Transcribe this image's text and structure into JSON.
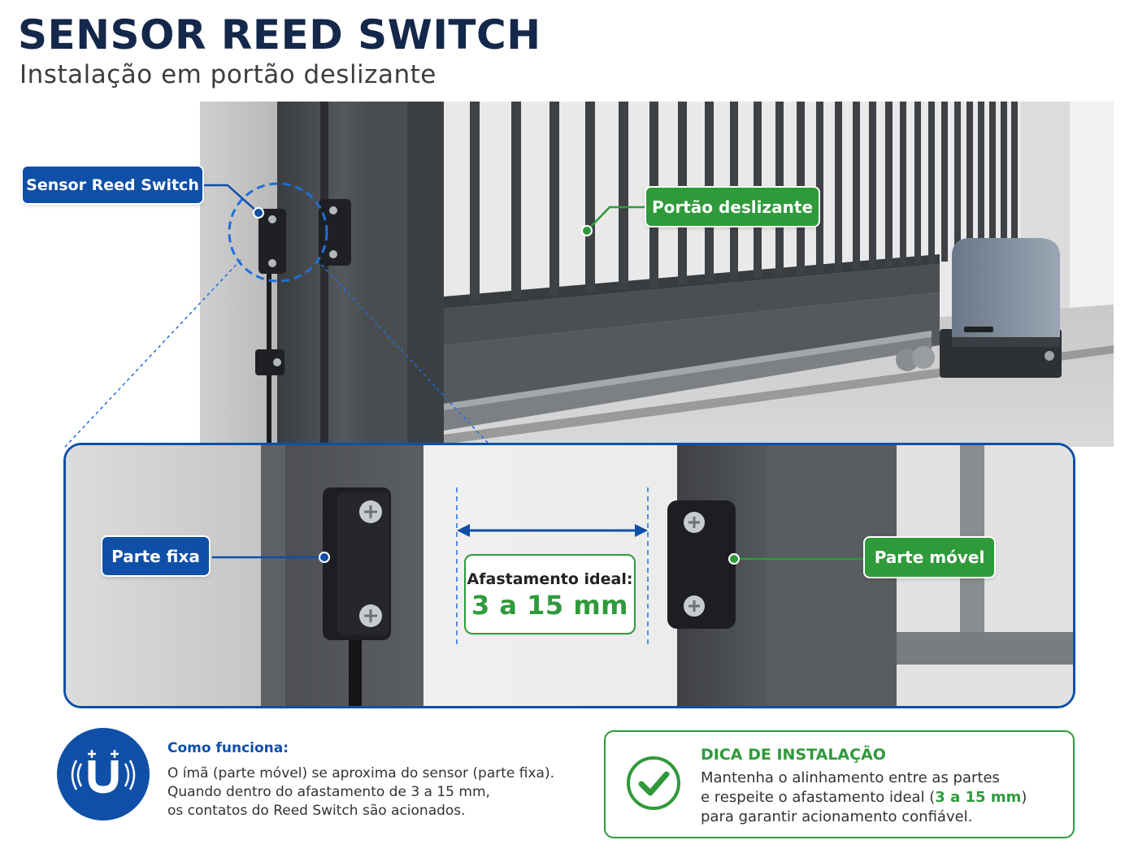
{
  "header": {
    "title": "SENSOR REED SWITCH",
    "subtitle": "Instalação em portão deslizante"
  },
  "callouts": {
    "sensor": "Sensor Reed Switch",
    "gate": "Portão deslizante",
    "fixed_part": "Parte fixa",
    "moving_part": "Parte móvel"
  },
  "gap": {
    "label": "Afastamento ideal:",
    "value": "3 a 15 mm"
  },
  "how_it_works": {
    "title": "Como funciona:",
    "lines": [
      "O ímã (parte móvel) se aproxima do sensor (parte fixa).",
      "Quando dentro do afastamento de 3 a 15 mm,",
      "os contatos do Reed Switch são acionados."
    ],
    "icon": "magnet-icon"
  },
  "tip": {
    "title": "DICA DE INSTALAÇÃO",
    "line1": "Mantenha o alinhamento entre as partes",
    "line2_before": "e respeite o afastamento ideal (",
    "line2_highlight": "3 a 15 mm",
    "line2_after": ")",
    "line3": "para garantir acionamento confiável.",
    "icon": "checkmark-icon"
  },
  "colors": {
    "brand_blue": "#0f4fa8",
    "accent_green": "#2f9a3a",
    "title_navy": "#13284a"
  }
}
